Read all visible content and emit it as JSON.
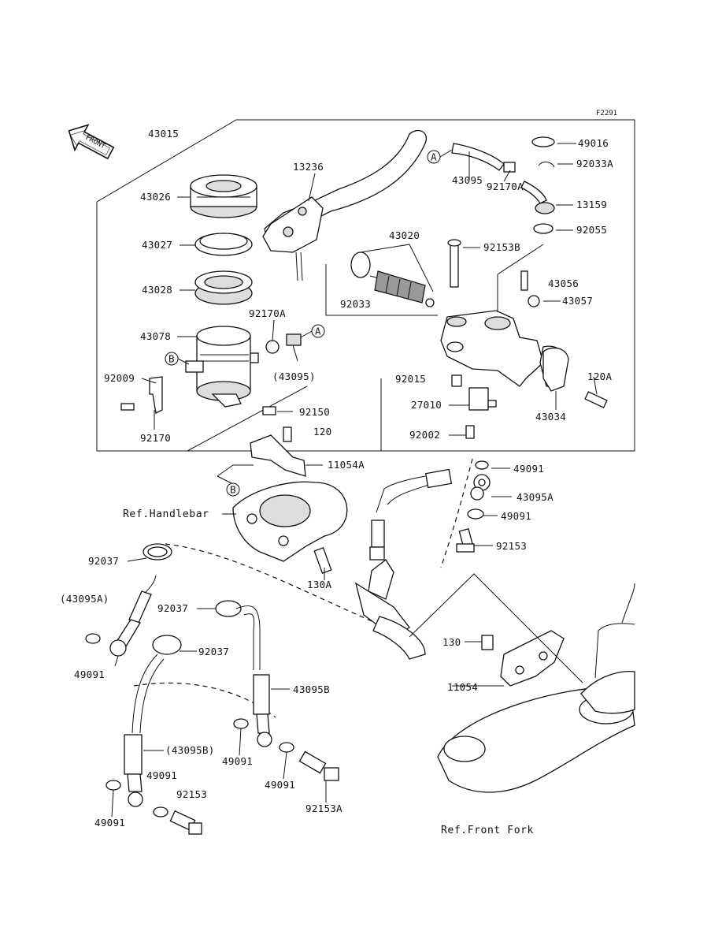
{
  "diagram_code": "F2291",
  "front_arrow_label": "FRONT",
  "callouts": [
    {
      "id": "c-43015",
      "label": "43015"
    },
    {
      "id": "c-13236",
      "label": "13236"
    },
    {
      "id": "c-43026",
      "label": "43026"
    },
    {
      "id": "c-43027",
      "label": "43027"
    },
    {
      "id": "c-43028",
      "label": "43028"
    },
    {
      "id": "c-92170A-a",
      "label": "92170A"
    },
    {
      "id": "c-43078",
      "label": "43078"
    },
    {
      "id": "c-43095-paren",
      "label": "(43095)"
    },
    {
      "id": "c-92009",
      "label": "92009"
    },
    {
      "id": "c-92170",
      "label": "92170"
    },
    {
      "id": "c-92150",
      "label": "92150"
    },
    {
      "id": "c-120",
      "label": "120"
    },
    {
      "id": "c-11054A",
      "label": "11054A"
    },
    {
      "id": "c-43020",
      "label": "43020"
    },
    {
      "id": "c-92033",
      "label": "92033"
    },
    {
      "id": "c-92015",
      "label": "92015"
    },
    {
      "id": "c-27010",
      "label": "27010"
    },
    {
      "id": "c-92002",
      "label": "92002"
    },
    {
      "id": "c-43095-top",
      "label": "43095"
    },
    {
      "id": "c-92170A-b",
      "label": "92170A"
    },
    {
      "id": "c-49016",
      "label": "49016"
    },
    {
      "id": "c-92033A",
      "label": "92033A"
    },
    {
      "id": "c-13159",
      "label": "13159"
    },
    {
      "id": "c-92055",
      "label": "92055"
    },
    {
      "id": "c-92153B",
      "label": "92153B"
    },
    {
      "id": "c-43056",
      "label": "43056"
    },
    {
      "id": "c-43057",
      "label": "43057"
    },
    {
      "id": "c-120A",
      "label": "120A"
    },
    {
      "id": "c-43034",
      "label": "43034"
    },
    {
      "id": "c-49091-a",
      "label": "49091"
    },
    {
      "id": "c-43095A",
      "label": "43095A"
    },
    {
      "id": "c-49091-b",
      "label": "49091"
    },
    {
      "id": "c-92153-a",
      "label": "92153"
    },
    {
      "id": "c-130A",
      "label": "130A"
    },
    {
      "id": "c-92037-a",
      "label": "92037"
    },
    {
      "id": "c-43095A-paren",
      "label": "(43095A)"
    },
    {
      "id": "c-92037-b",
      "label": "92037"
    },
    {
      "id": "c-92037-c",
      "label": "92037"
    },
    {
      "id": "c-49091-c",
      "label": "49091"
    },
    {
      "id": "c-43095B",
      "label": "43095B"
    },
    {
      "id": "c-43095B-paren",
      "label": "(43095B)"
    },
    {
      "id": "c-49091-d",
      "label": "49091"
    },
    {
      "id": "c-49091-e",
      "label": "49091"
    },
    {
      "id": "c-49091-f",
      "label": "49091"
    },
    {
      "id": "c-92153-b",
      "label": "92153"
    },
    {
      "id": "c-49091-g",
      "label": "49091"
    },
    {
      "id": "c-92153A",
      "label": "92153A"
    },
    {
      "id": "c-130",
      "label": "130"
    },
    {
      "id": "c-11054",
      "label": "11054"
    }
  ],
  "circle_markers": [
    {
      "id": "m-A-top",
      "label": "A"
    },
    {
      "id": "m-A-mid",
      "label": "A"
    },
    {
      "id": "m-B-left",
      "label": "B"
    },
    {
      "id": "m-B-bottom",
      "label": "B"
    }
  ],
  "references": {
    "handlebar": "Ref.Handlebar",
    "front_fork": "Ref.Front Fork"
  }
}
